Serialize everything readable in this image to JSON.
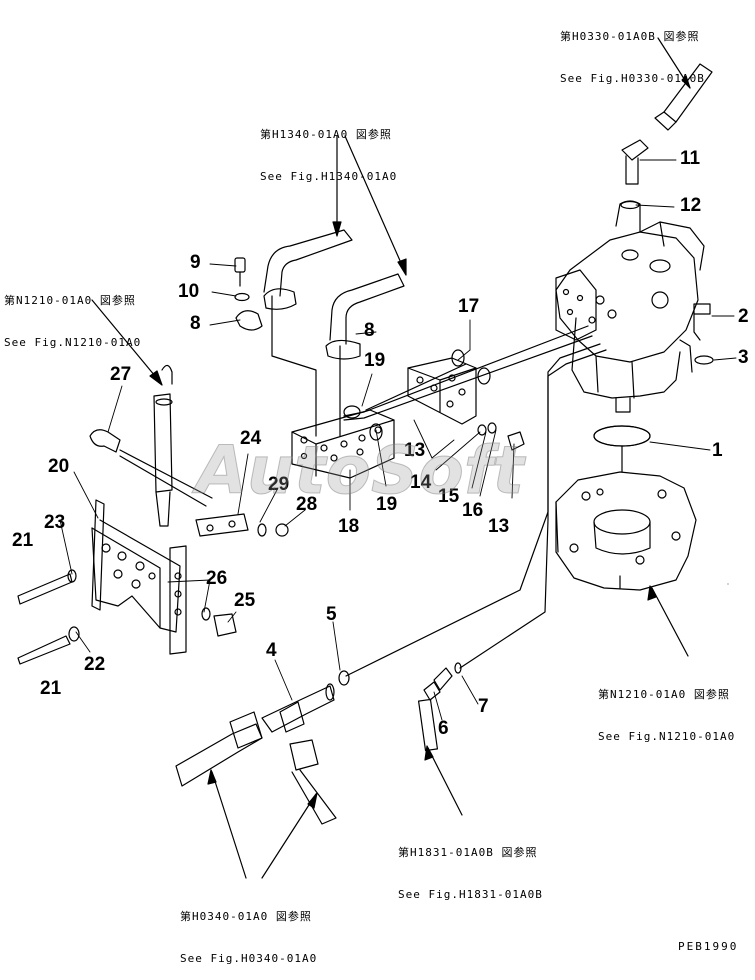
{
  "references": [
    {
      "line1": "第H0330-01A0B 図参照",
      "line2": "See Fig.H0330-01A0B"
    },
    {
      "line1": "第H1340-01A0 図参照",
      "line2": "See Fig.H1340-01A0"
    },
    {
      "line1": "第N1210-01A0 図参照",
      "line2": "See Fig.N1210-01A0"
    },
    {
      "line1": "第N1210-01A0 図参照",
      "line2": "See Fig.N1210-01A0"
    },
    {
      "line1": "第H1831-01A0B 図参照",
      "line2": "See Fig.H1831-01A0B"
    },
    {
      "line1": "第H0340-01A0 図参照",
      "line2": "See Fig.H0340-01A0"
    }
  ],
  "part_numbers": [
    "11",
    "12",
    "9",
    "10",
    "8",
    "8",
    "17",
    "2",
    "3",
    "19",
    "27",
    "1",
    "13",
    "24",
    "29",
    "28",
    "14",
    "20",
    "23",
    "15",
    "16",
    "13",
    "18",
    "19",
    "21",
    "26",
    "25",
    "5",
    "4",
    "22",
    "21",
    "7",
    "6"
  ],
  "watermark": "AutoSoft",
  "drawing_code": "PEB1990"
}
